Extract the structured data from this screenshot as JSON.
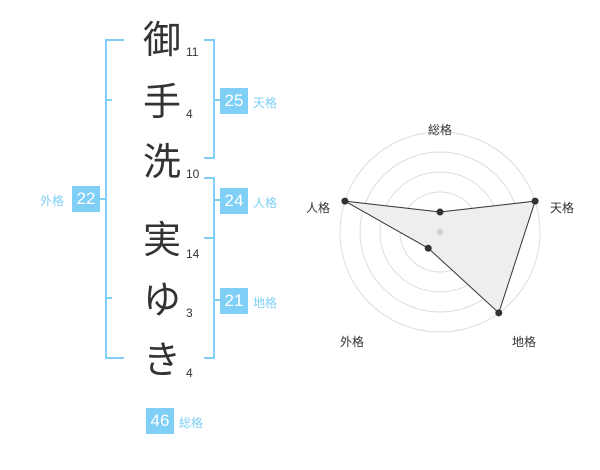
{
  "name": {
    "chars": [
      {
        "char": "御",
        "strokes": "11"
      },
      {
        "char": "手",
        "strokes": "4"
      },
      {
        "char": "洗",
        "strokes": "10"
      },
      {
        "char": "実",
        "strokes": "14"
      },
      {
        "char": "ゆ",
        "strokes": "3"
      },
      {
        "char": "き",
        "strokes": "4"
      }
    ]
  },
  "kaku": {
    "tenkaku": {
      "value": "25",
      "label": "天格"
    },
    "jinkaku": {
      "value": "24",
      "label": "人格"
    },
    "chikaku": {
      "value": "21",
      "label": "地格"
    },
    "gaikaku": {
      "value": "22",
      "label": "外格"
    },
    "soukaku": {
      "value": "46",
      "label": "総格"
    }
  },
  "radar": {
    "labels": {
      "top": "総格",
      "upper_right": "天格",
      "lower_right": "地格",
      "lower_left": "外格",
      "upper_left": "人格"
    },
    "levels": 5,
    "scores": {
      "soukaku": 1,
      "tenkaku": 5,
      "chikaku": 5,
      "gaikaku": 1,
      "jinkaku": 5
    }
  },
  "colors": {
    "accent": "#7fcff7",
    "bracket": "#7fcff7",
    "polygon_fill": "#eeeeee",
    "grid": "#dddddd",
    "line": "#333333"
  }
}
